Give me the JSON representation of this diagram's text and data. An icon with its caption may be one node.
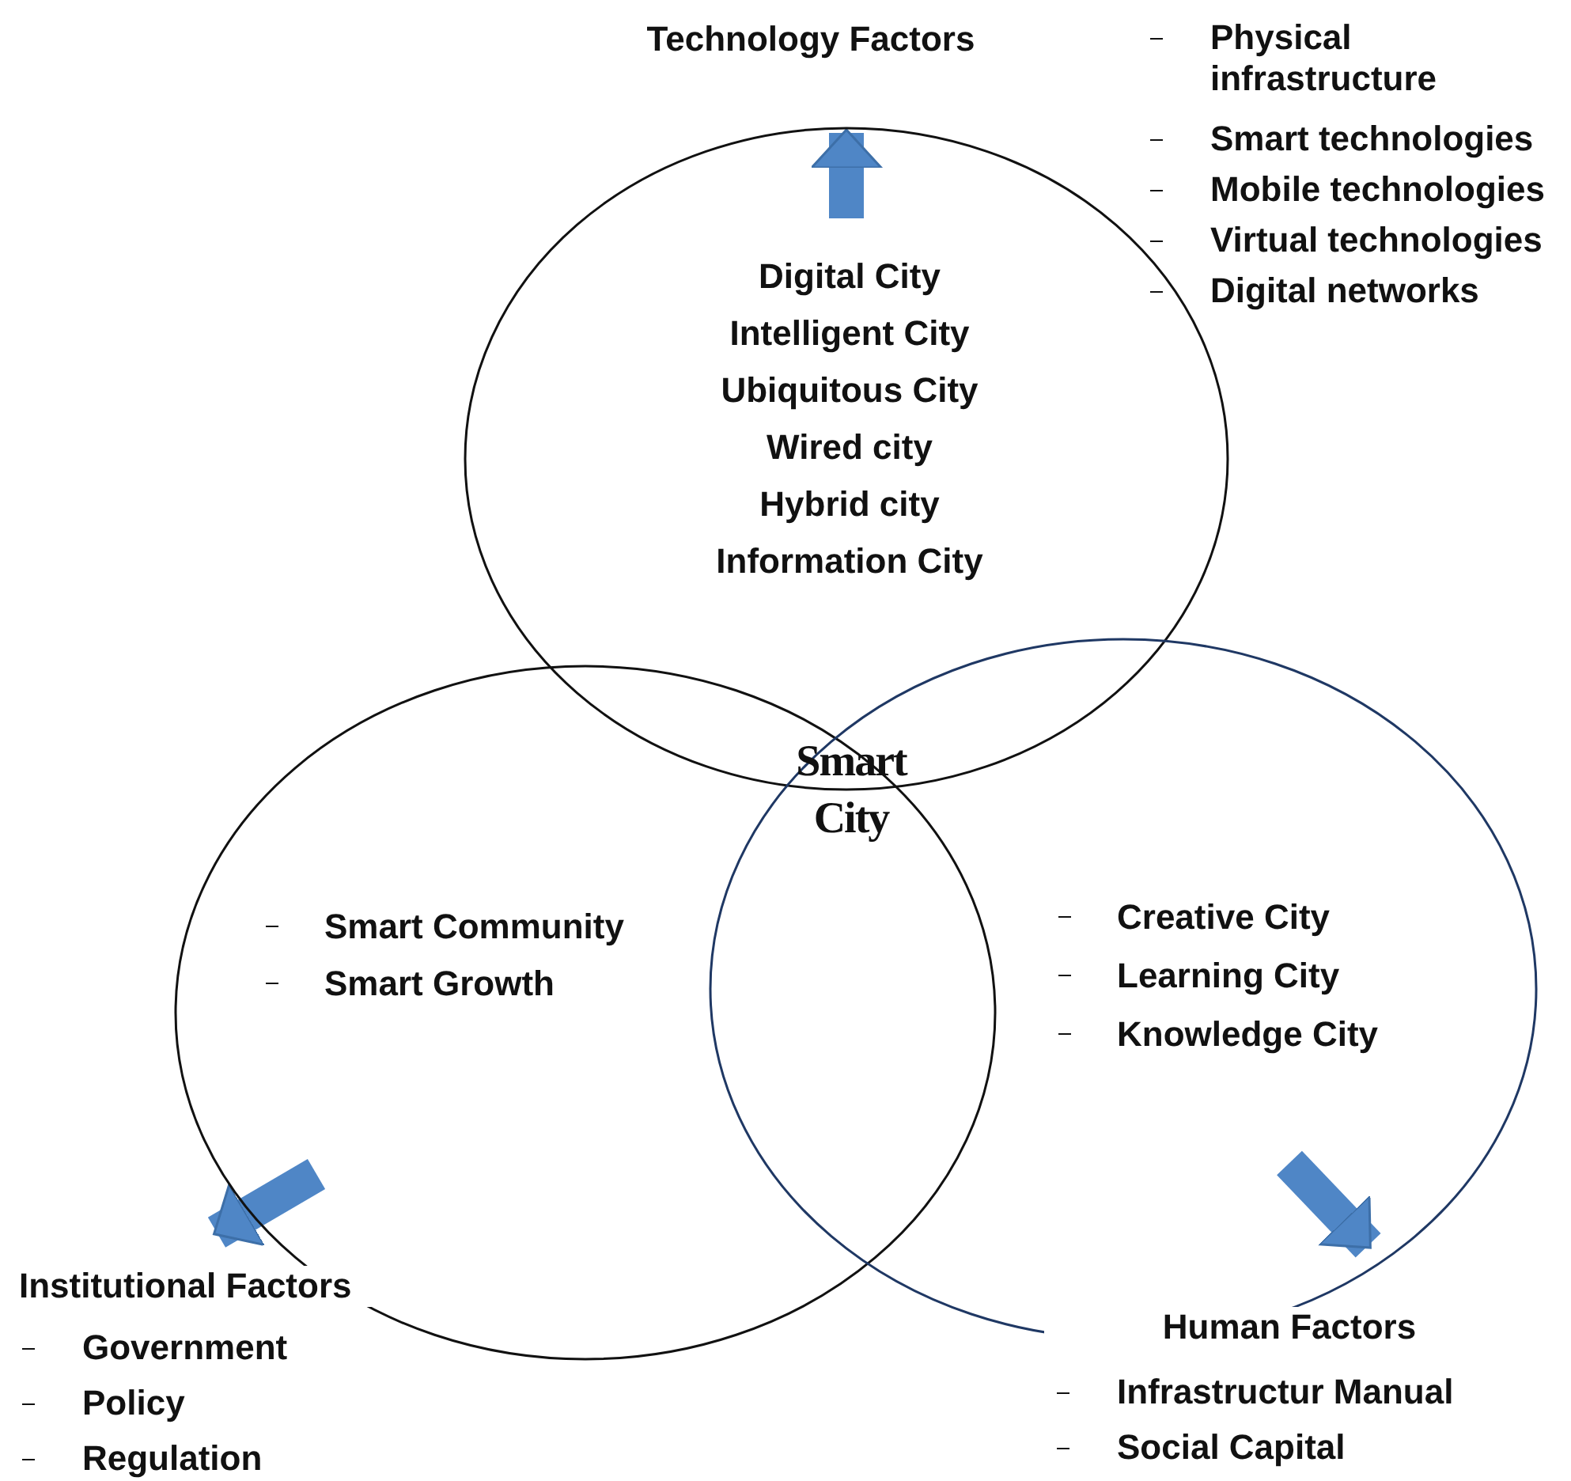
{
  "diagram": {
    "nodes": [
      {
        "text": [
          "Digital City",
          "Intelligent City",
          "Ubiquitous City",
          "Wired city",
          "Hybrid city",
          "Information City"
        ]
      },
      {
        "text": [
          "Smart Community",
          "Smart Growth"
        ]
      },
      {
        "text": [
          "Creative City",
          "Learning City",
          "Knowledge City"
        ]
      },
      {
        "text": [
          "Technology Factors"
        ],
        "beside": [
          "Physical infrastructure",
          "Smart technologies",
          "Mobile technologies",
          "Virtual technologies",
          "Digital networks"
        ]
      },
      {
        "text": [
          "Institutional Factors",
          "Government",
          "Policy",
          "Regulation"
        ]
      },
      {
        "text": [
          "Human Factors",
          "Infrastructur Manual",
          "Social Capital"
        ]
      }
    ],
    "edges": [
      {
        "from": 0,
        "to": 3,
        "arrow": "to"
      },
      {
        "from": 1,
        "to": 4,
        "arrow": "to"
      },
      {
        "from": 2,
        "to": 5,
        "arrow": "to"
      }
    ],
    "labels": [
      "Smart City"
    ]
  }
}
